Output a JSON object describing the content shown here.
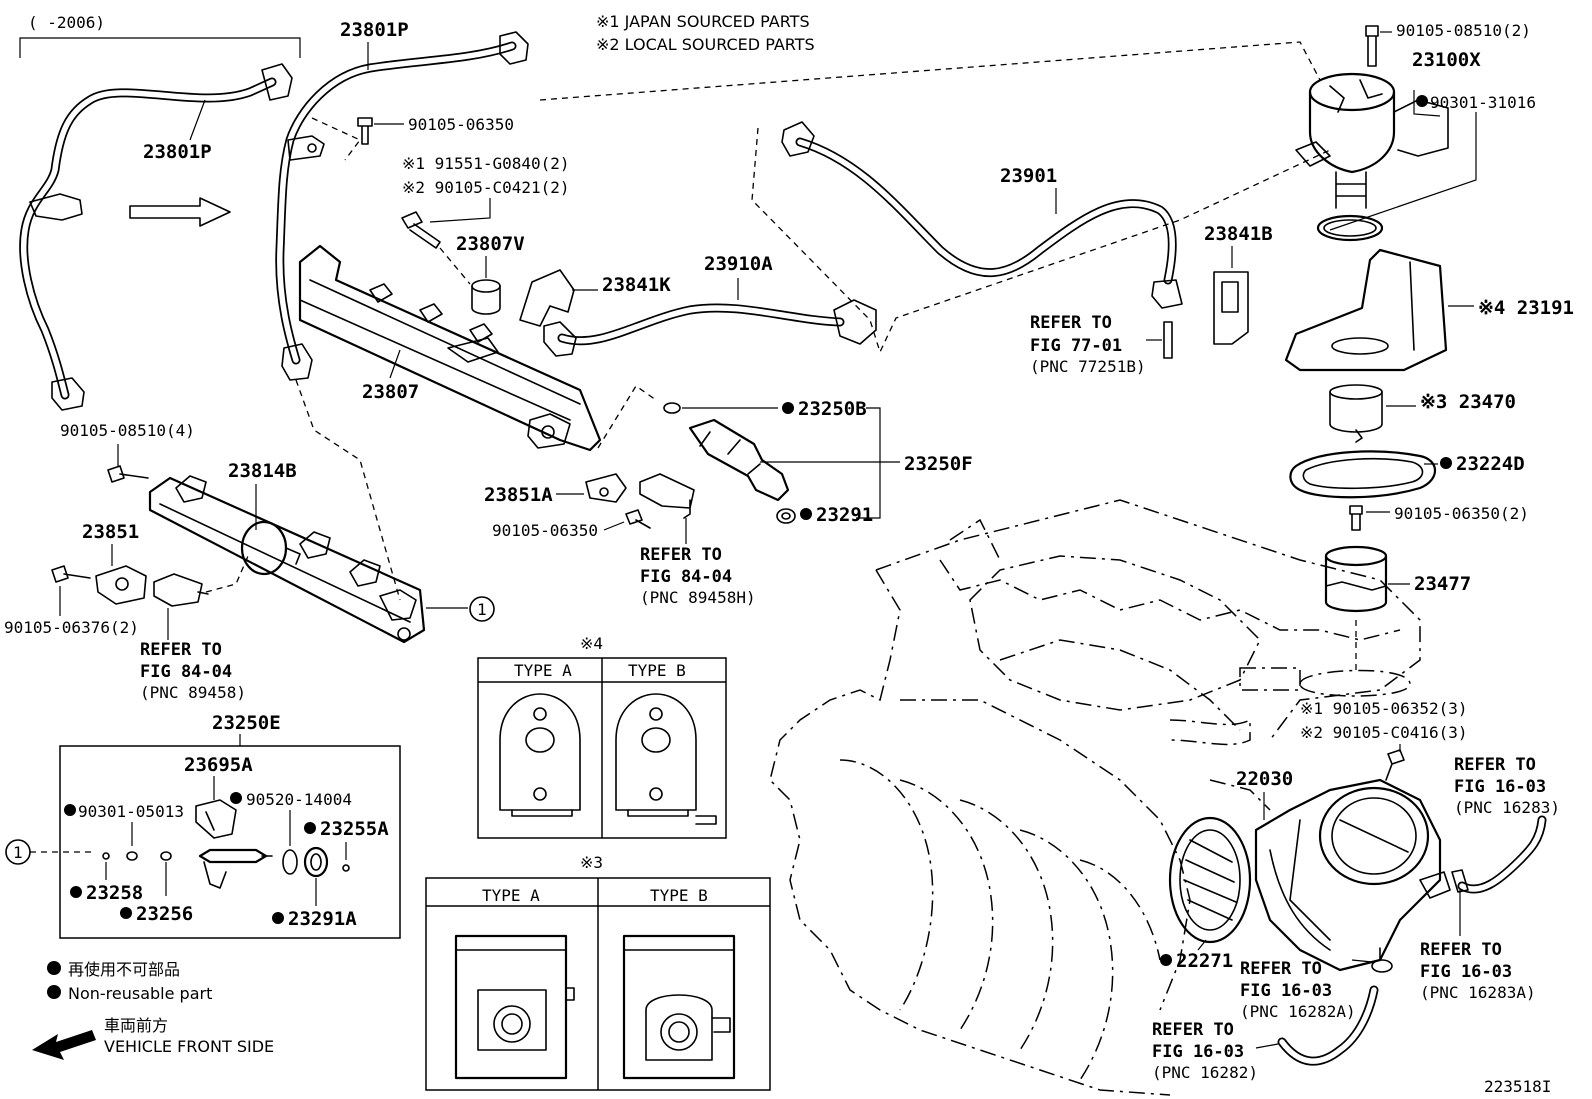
{
  "notes": {
    "japan": "※1 JAPAN SOURCED PARTS",
    "local": "※2 LOCAL SOURCED PARTS",
    "period": "(   -2006)"
  },
  "labels": {
    "p23801P_a": "23801P",
    "p23801P_b": "23801P",
    "p90105_06350_a": "90105-06350",
    "p91551": "※1 91551-G0840(2)",
    "p90105_C0421": "※2 90105-C0421(2)",
    "p23807V": "23807V",
    "p23841K": "23841K",
    "p23910A": "23910A",
    "p23901": "23901",
    "p23841B": "23841B",
    "p90105_08510_2": "90105-08510(2)",
    "p23100X": "23100X",
    "p90301_31016": "90301-31016",
    "p23191": "※4 23191",
    "p23470": "※3 23470",
    "p23224D": "23224D",
    "p90105_06350_2": "90105-06350(2)",
    "p23477": "23477",
    "p23807": "23807",
    "p23250B": "23250B",
    "p23250F": "23250F",
    "p23291": "23291",
    "p23851A": "23851A",
    "p90105_06350_b": "90105-06350",
    "p90105_08510_4": "90105-08510(4)",
    "p23814B": "23814B",
    "p23851": "23851",
    "p90105_06376": "90105-06376(2)",
    "p23250E": "23250E",
    "p23695A": "23695A",
    "p90301_05013": "90301-05013",
    "p90520_14004": "90520-14004",
    "p23255A": "23255A",
    "p23258": "23258",
    "p23256": "23256",
    "p23291A": "23291A",
    "p90105_06352": "※1 90105-06352(3)",
    "p90105_C0416": "※2 90105-C0416(3)",
    "p22030": "22030",
    "p22271": "22271",
    "circle1": "1",
    "circle1b": "1"
  },
  "refs": {
    "r77_1": "REFER TO",
    "r77_2": "FIG 77-01",
    "r77_3": "(PNC 77251B)",
    "r84a_1": "REFER TO",
    "r84a_2": "FIG 84-04",
    "r84a_3": "(PNC 89458H)",
    "r84b_1": "REFER TO",
    "r84b_2": "FIG 84-04",
    "r84b_3": "(PNC 89458)",
    "r16a_1": "REFER TO",
    "r16a_2": "FIG 16-03",
    "r16a_3": "(PNC 16283)",
    "r16b_1": "REFER TO",
    "r16b_2": "FIG 16-03",
    "r16b_3": "(PNC 16283A)",
    "r16c_1": "REFER TO",
    "r16c_2": "FIG 16-03",
    "r16c_3": "(PNC 16282A)",
    "r16d_1": "REFER TO",
    "r16d_2": "FIG 16-03",
    "r16d_3": "(PNC 16282)"
  },
  "types": {
    "mark4": "※4",
    "mark3": "※3",
    "typeA": "TYPE A",
    "typeB": "TYPE B"
  },
  "legend": {
    "nonreuse_jp": "再使用不可部品",
    "nonreuse_en": "Non-reusable part",
    "front_jp": "車両前方",
    "front_en": "VEHICLE FRONT SIDE"
  },
  "illustration_id": "223518I"
}
